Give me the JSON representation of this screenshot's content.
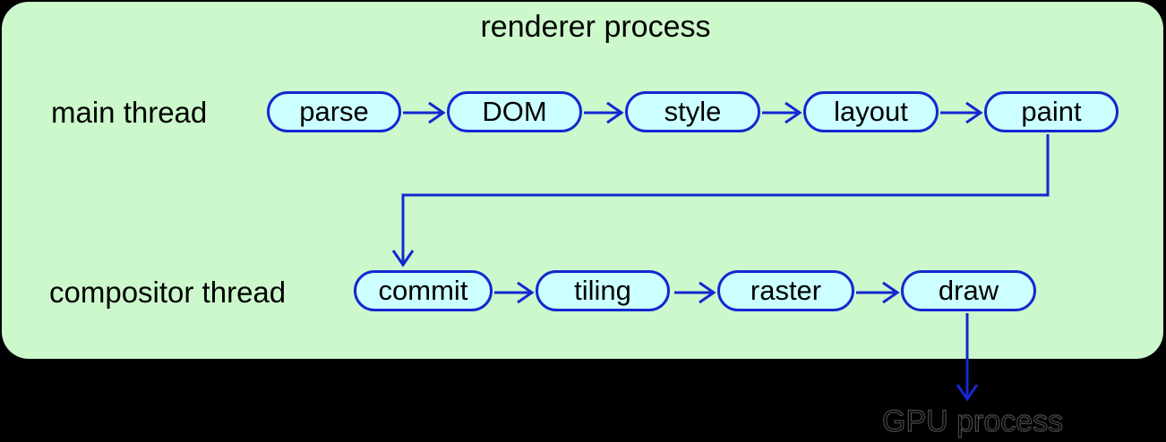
{
  "diagram": {
    "title": "renderer process",
    "rows": [
      {
        "label": "main thread",
        "nodes": [
          "parse",
          "DOM",
          "style",
          "layout",
          "paint"
        ]
      },
      {
        "label": "compositor thread",
        "nodes": [
          "commit",
          "tiling",
          "raster",
          "draw"
        ]
      }
    ],
    "external_label": "GPU process",
    "edges": [
      "parse->DOM",
      "DOM->style",
      "style->layout",
      "layout->paint",
      "paint->commit",
      "commit->tiling",
      "tiling->raster",
      "raster->draw",
      "draw->GPU process"
    ],
    "colors": {
      "outside_bg": "#000000",
      "panel_bg": "#ccf8cc",
      "node_fill": "#ccffff",
      "stroke_blue": "#1328d1",
      "text": "#000000"
    }
  }
}
